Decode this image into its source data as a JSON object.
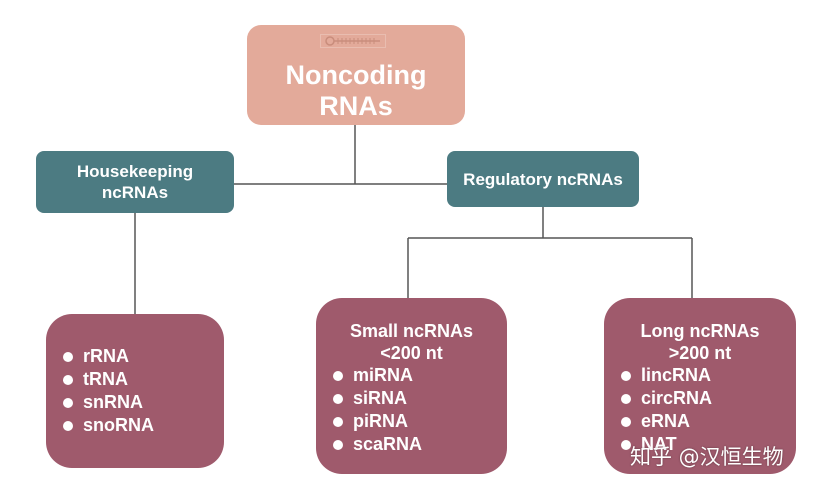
{
  "root": {
    "title_line1": "Noncoding",
    "title_line2": "RNAs"
  },
  "housekeeping": {
    "line1": "Housekeeping",
    "line2": "ncRNAs",
    "items": [
      "rRNA",
      "tRNA",
      "snRNA",
      "snoRNA"
    ]
  },
  "regulatory": {
    "label": "Regulatory ncRNAs",
    "small": {
      "line1": "Small ncRNAs",
      "line2": "<200 nt",
      "items": [
        "miRNA",
        "siRNA",
        "piRNA",
        "scaRNA"
      ]
    },
    "long": {
      "line1": "Long ncRNAs",
      "line2": ">200 nt",
      "items": [
        "lincRNA",
        "circRNA",
        "eRNA",
        "NAT"
      ]
    }
  },
  "watermark": "知乎 @汉恒生物",
  "colors": {
    "root": "#e3aa9a",
    "category": "#4c7b82",
    "leaf": "#9f5a6c",
    "connector": "#555555"
  }
}
